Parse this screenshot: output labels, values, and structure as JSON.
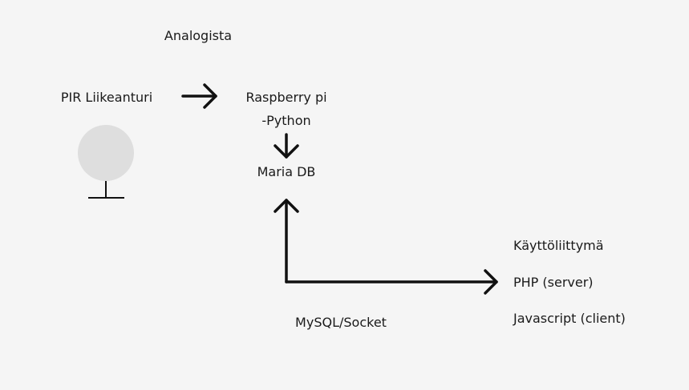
{
  "labels": {
    "analog": "Analogista",
    "sensor": "PIR Liikeanturi",
    "raspberry": "Raspberry pi",
    "python": "-Python",
    "database": "Maria DB",
    "ui_title": "Käyttöliittymä",
    "php": "PHP (server)",
    "javascript": "Javascript (client)",
    "connection": "MySQL/Socket"
  },
  "colors": {
    "background": "#f5f5f5",
    "text": "#1a1a1a",
    "stroke": "#111111",
    "sensor_fill": "#dedede"
  }
}
